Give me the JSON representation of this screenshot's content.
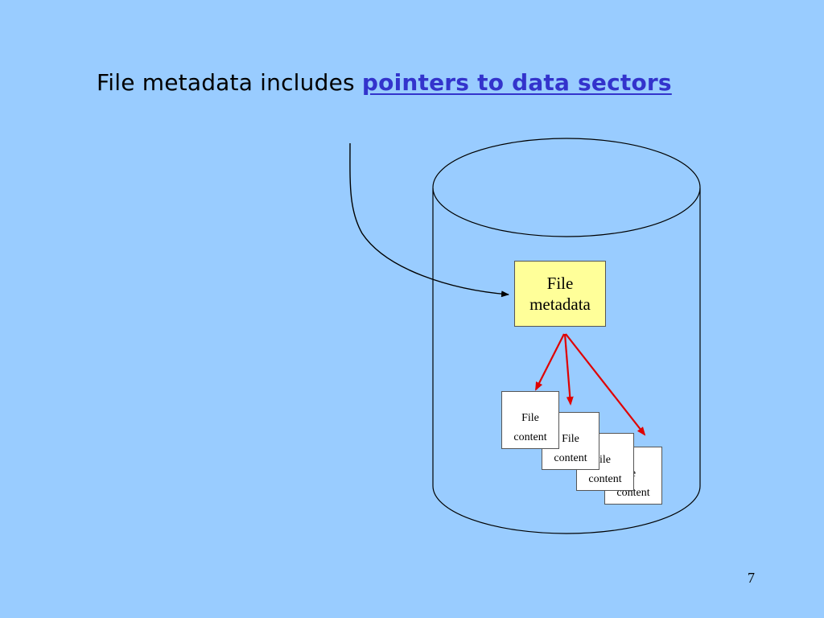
{
  "slide": {
    "title_prefix": "File metadata includes ",
    "title_highlight": "pointers to data sectors",
    "page_number": "7"
  },
  "diagram": {
    "metadata_box": {
      "line1": "File",
      "line2": "metadata"
    },
    "content_blocks": [
      {
        "line1": "File",
        "line2": "content"
      },
      {
        "line1": "File",
        "line2": "content"
      },
      {
        "line1": "ile",
        "line2": "content"
      },
      {
        "line1": "e",
        "line2": "content"
      }
    ]
  },
  "colors": {
    "background": "#99ccff",
    "highlight": "#3333cc",
    "metadata_fill": "#ffff99",
    "pointer_arrow": "#e00000"
  }
}
